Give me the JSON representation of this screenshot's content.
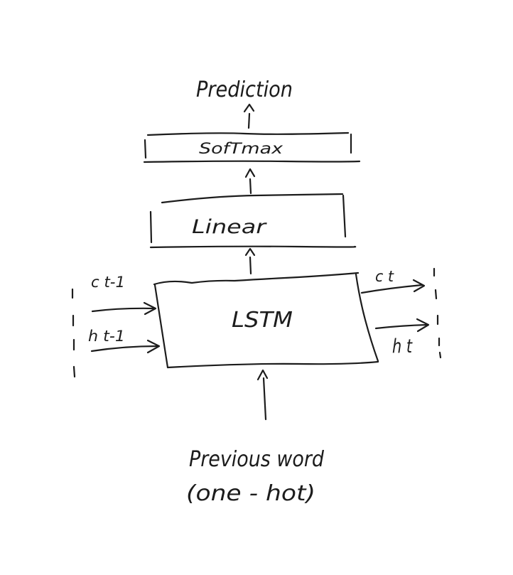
{
  "diagram": {
    "nodes": {
      "prediction": {
        "label": "Prediction"
      },
      "softmax": {
        "label": "SofTmax"
      },
      "linear": {
        "label": "Linear"
      },
      "lstm": {
        "label": "LSTM"
      },
      "previous_word": {
        "label_line1": "Previous word",
        "label_line2": "(one - hot)"
      }
    },
    "states": {
      "c_prev": "c t-1",
      "h_prev": "h t-1",
      "c_next": "c t",
      "h_next": "h t"
    },
    "edges": [
      {
        "from": "previous_word",
        "to": "lstm"
      },
      {
        "from": "lstm",
        "to": "linear"
      },
      {
        "from": "linear",
        "to": "softmax"
      },
      {
        "from": "softmax",
        "to": "prediction"
      },
      {
        "from": "c_prev",
        "to": "lstm"
      },
      {
        "from": "h_prev",
        "to": "lstm"
      },
      {
        "from": "lstm",
        "to": "c_next"
      },
      {
        "from": "lstm",
        "to": "h_next"
      }
    ],
    "colors": {
      "ink": "#1c1c1c",
      "paper": "#ffffff"
    }
  }
}
